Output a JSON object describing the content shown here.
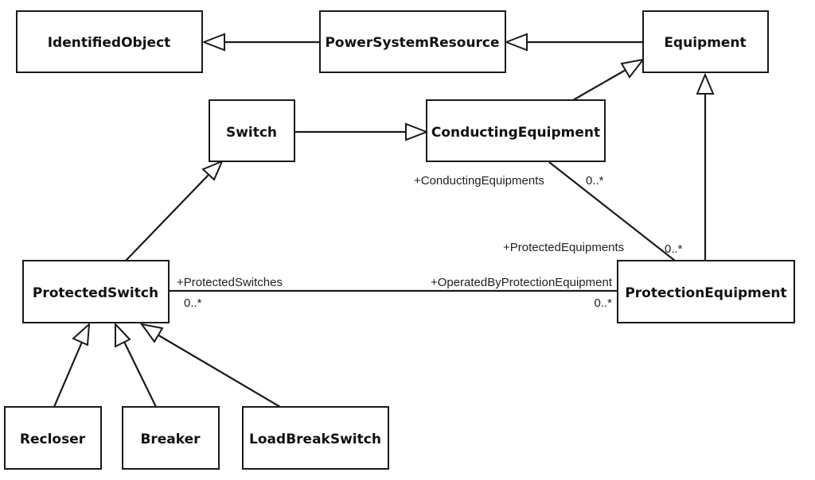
{
  "classes": {
    "identified_object": "IdentifiedObject",
    "power_system_resource": "PowerSystemResource",
    "equipment": "Equipment",
    "switch": "Switch",
    "conducting_equipment": "ConductingEquipment",
    "protected_switch": "ProtectedSwitch",
    "protection_equipment": "ProtectionEquipment",
    "recloser": "Recloser",
    "breaker": "Breaker",
    "load_break_switch": "LoadBreakSwitch"
  },
  "associations": {
    "conducting_protection": {
      "conducting_role": "+ConductingEquipments",
      "conducting_multiplicity": "0..*",
      "protection_role": "+ProtectedEquipments",
      "protection_multiplicity": "0..*"
    },
    "switch_protection": {
      "switch_role": "+ProtectedSwitches",
      "switch_multiplicity": "0..*",
      "protection_role": "+OperatedByProtectionEquipment",
      "protection_multiplicity": "0..*"
    }
  },
  "colors": {
    "line": "#1a1a1a",
    "box_fill": "#ffffff",
    "background": "#ffffff"
  }
}
